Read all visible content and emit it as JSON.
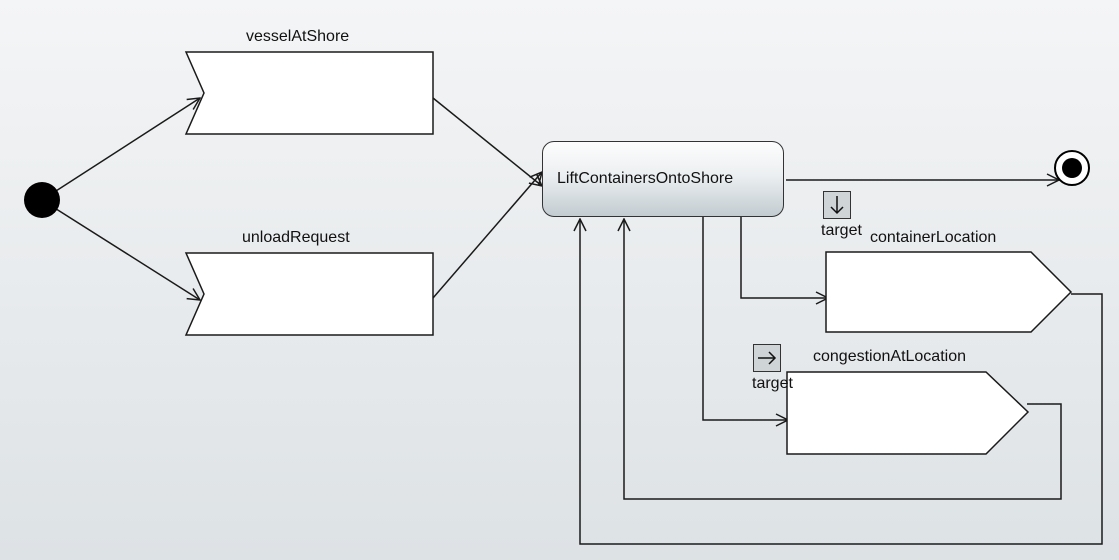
{
  "accept_events": [
    {
      "name": "vesselAtShore"
    },
    {
      "name": "unloadRequest"
    }
  ],
  "action": {
    "name": "LiftContainersOntoShore"
  },
  "send_signals": [
    {
      "name": "containerLocation",
      "pin_label": "target",
      "pin_icon": "arrow-down-icon"
    },
    {
      "name": "congestionAtLocation",
      "pin_label": "target",
      "pin_icon": "arrow-right-icon"
    }
  ],
  "colors": {
    "line": "#1a1a1a",
    "node_fill": "#ffffff",
    "background_top": "#f4f5f6",
    "background_bottom": "#dde2e5"
  }
}
